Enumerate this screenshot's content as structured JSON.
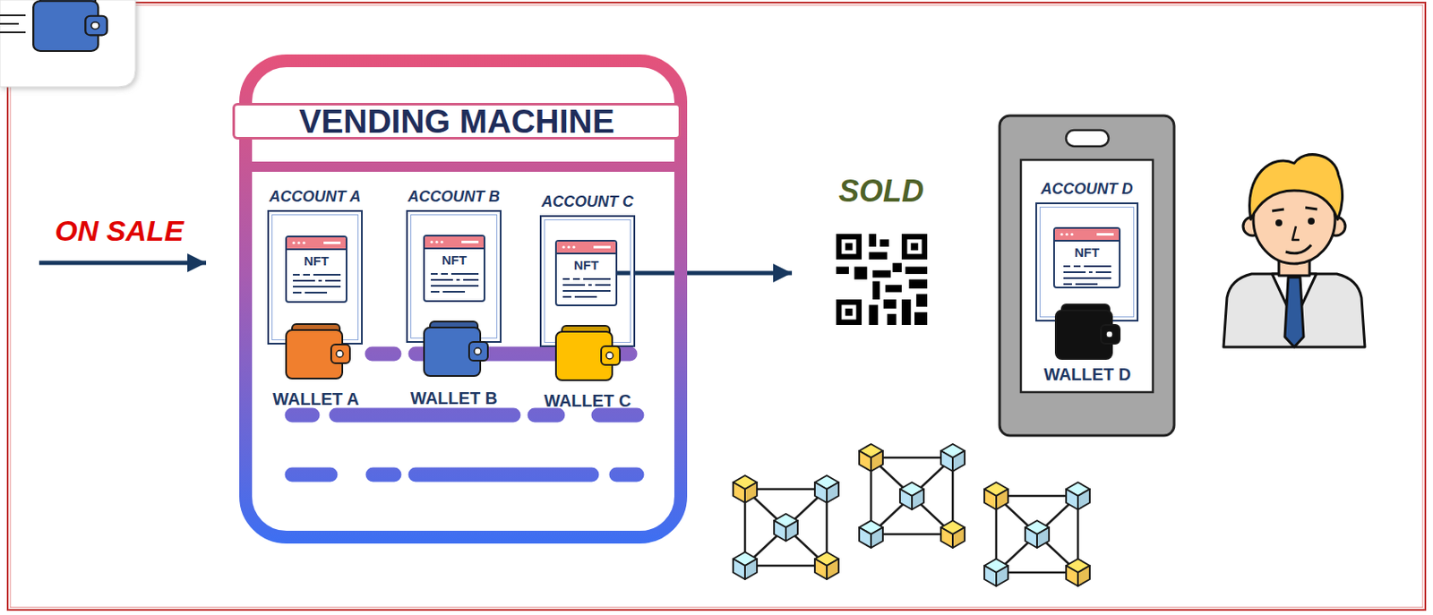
{
  "diagram": {
    "nodes": [
      {
        "text": [
          "VENDING MACHINE"
        ]
      },
      {
        "text": [
          "ACCOUNT A"
        ],
        "in": 0
      },
      {
        "text": [
          "NFT"
        ],
        "in": 1
      },
      {
        "text": [
          "ACCOUNT B"
        ],
        "in": 0
      },
      {
        "text": [
          "NFT"
        ],
        "in": 3
      },
      {
        "text": [
          "ACCOUNT C"
        ],
        "in": 0
      },
      {
        "text": [
          "NFT"
        ],
        "in": 5
      },
      {
        "text": [
          "SOLD"
        ]
      },
      {
        "text": [
          "ACCOUNT D"
        ]
      },
      {
        "text": [
          "NFT"
        ],
        "in": 8
      }
    ],
    "edges": [
      {
        "from": 6,
        "to": 7,
        "arrow": "to"
      }
    ],
    "labels": [
      "ON SALE",
      "WALLET A",
      "WALLET B",
      "WALLET C",
      "WALLET D"
    ]
  }
}
